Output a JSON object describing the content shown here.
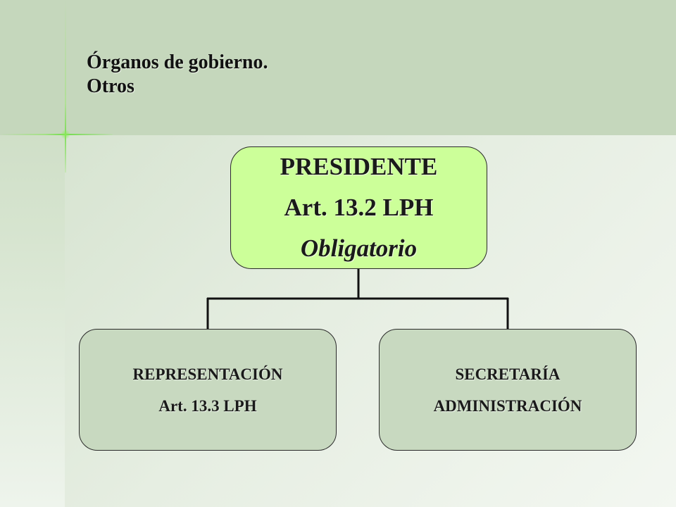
{
  "title": {
    "line1": "Órganos de gobierno.",
    "line2": "Otros"
  },
  "org_chart": {
    "president": {
      "line1": "PRESIDENTE",
      "line2": "Art. 13.2 LPH",
      "line3": "Obligatorio"
    },
    "children": [
      {
        "line1": "REPRESENTACIÓN",
        "line2": "Art. 13.3 LPH"
      },
      {
        "line1": "SECRETARÍA",
        "line2": "ADMINISTRACIÓN"
      }
    ]
  },
  "colors": {
    "president_fill": "#ccff99",
    "child_fill": "#c8d9c0",
    "background": "#c6d8bd",
    "accent_cross": "#7cdc50"
  }
}
